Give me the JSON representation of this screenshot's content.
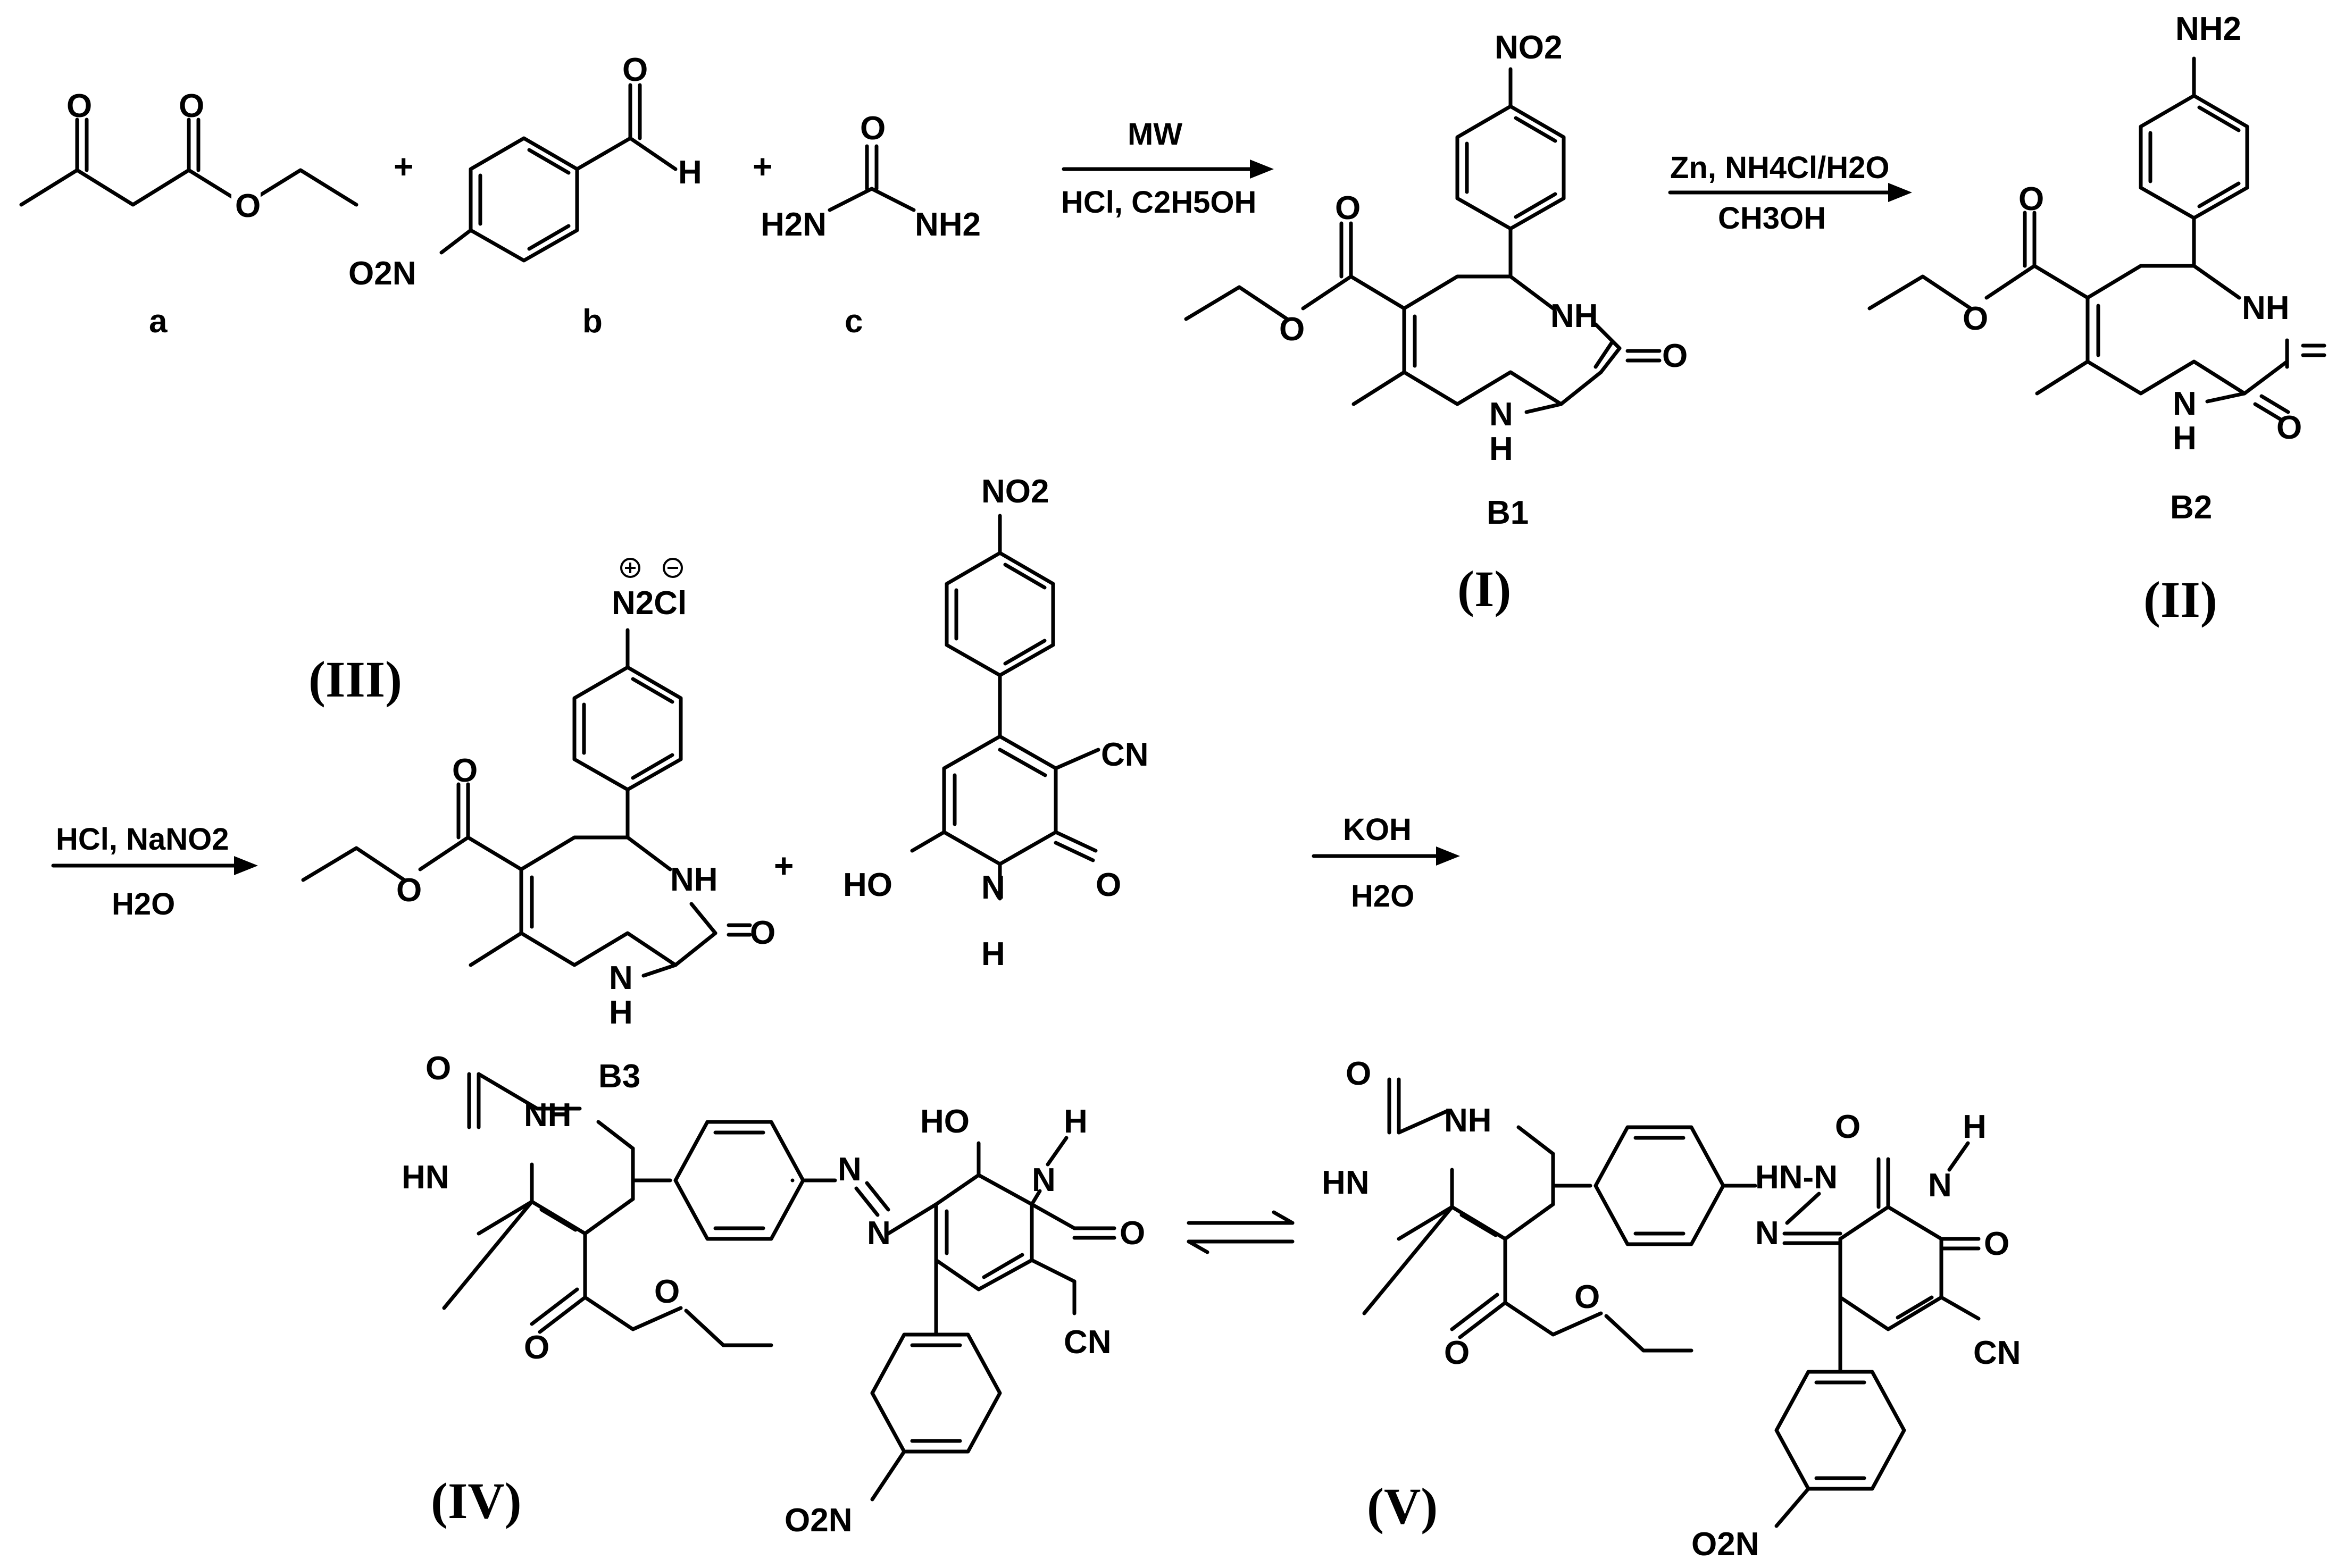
{
  "reactants": {
    "a": {
      "label": "a",
      "atoms": [
        "O",
        "O",
        "O"
      ]
    },
    "b": {
      "label": "b",
      "atoms": [
        "O",
        "H",
        "O2N"
      ]
    },
    "c": {
      "label": "c",
      "atoms": [
        "O",
        "H2N",
        "NH2"
      ]
    }
  },
  "plus_sign": "+",
  "step1": {
    "above": "MW",
    "below": "HCl, C2H5OH"
  },
  "step2": {
    "above": "Zn, NH4Cl/H2O",
    "below": "CH3OH"
  },
  "step3": {
    "above": "HCl, NaNO2",
    "below": "H2O"
  },
  "step4": {
    "above": "KOH",
    "below": "H2O"
  },
  "compounds": {
    "B1": {
      "code": "B1",
      "roman": "(I)"
    },
    "B2": {
      "code": "B2",
      "roman": "(II)"
    },
    "B3": {
      "code": "B3",
      "roman": "(III)"
    },
    "IV": {
      "roman": "(IV)"
    },
    "V": {
      "roman": "(V)"
    }
  },
  "atoms": {
    "O": "O",
    "NH": "NH",
    "HN": "HN",
    "N": "N",
    "H": "H",
    "HO": "HO",
    "CN": "CN",
    "NO2": "NO2",
    "O2N": "O2N",
    "NH2": "NH2",
    "N2Cl": "N2Cl",
    "NHN": "HN-N"
  }
}
